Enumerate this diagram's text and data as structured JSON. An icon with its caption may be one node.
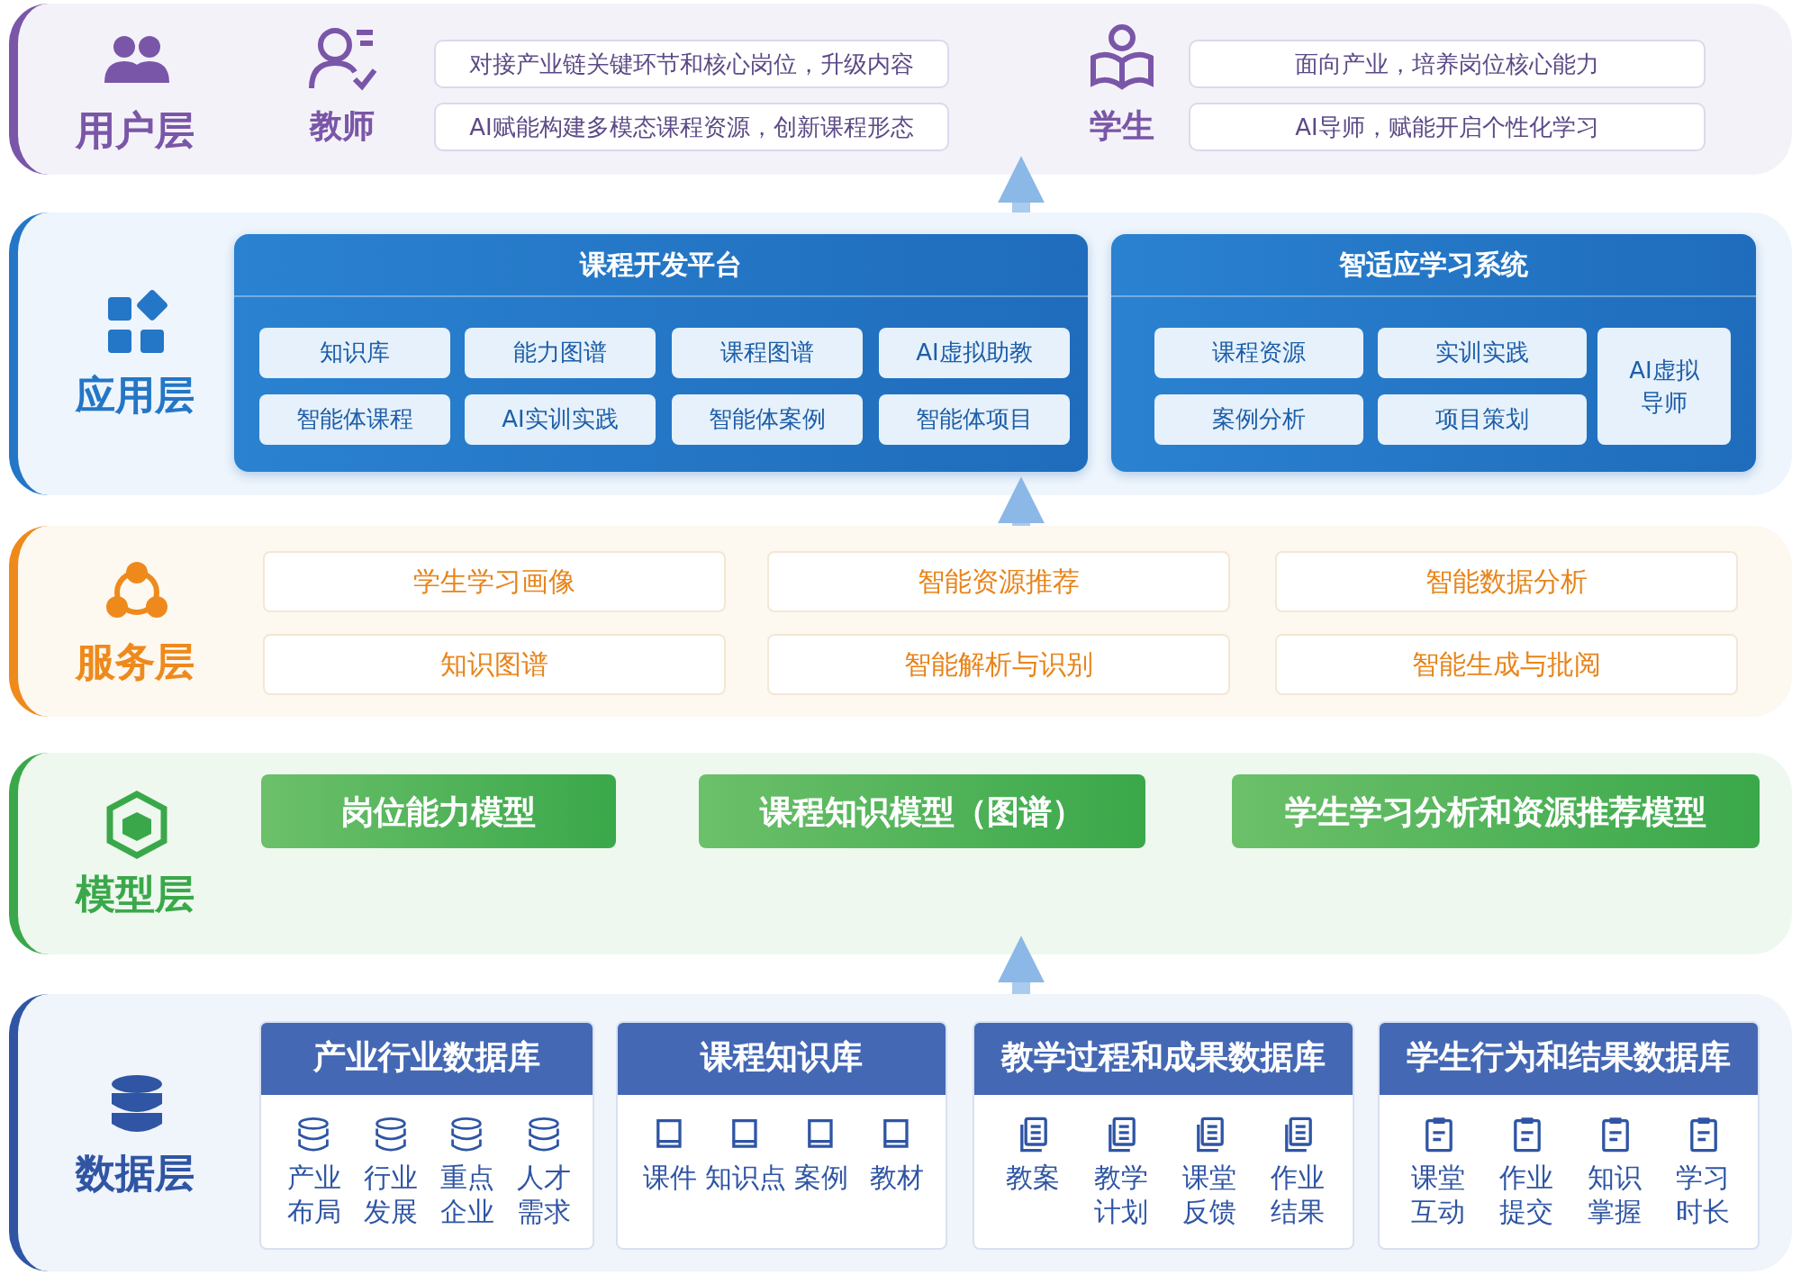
{
  "diagram": {
    "nodes": [
      {
        "text": [
          "用户层"
        ]
      },
      {
        "text": [
          "教师"
        ],
        "in": 0
      },
      {
        "text": [
          "对接产业链关键环节和核心岗位，升级内容"
        ],
        "in": 0
      },
      {
        "text": [
          "AI赋能构建多模态课程资源，创新课程形态"
        ],
        "in": 0
      },
      {
        "text": [
          "学生"
        ],
        "in": 0
      },
      {
        "text": [
          "面向产业，培养岗位核心能力"
        ],
        "in": 0
      },
      {
        "text": [
          "AI导师，赋能开启个性化学习"
        ],
        "in": 0
      },
      {
        "text": [
          "应用层"
        ]
      },
      {
        "text": [
          "课程开发平台"
        ],
        "in": 7
      },
      {
        "text": [
          "知识库"
        ],
        "in": 8
      },
      {
        "text": [
          "能力图谱"
        ],
        "in": 8
      },
      {
        "text": [
          "课程图谱"
        ],
        "in": 8
      },
      {
        "text": [
          "AI虚拟助教"
        ],
        "in": 8
      },
      {
        "text": [
          "智能体课程"
        ],
        "in": 8
      },
      {
        "text": [
          "AI实训实践"
        ],
        "in": 8
      },
      {
        "text": [
          "智能体案例"
        ],
        "in": 8
      },
      {
        "text": [
          "智能体项目"
        ],
        "in": 8
      },
      {
        "text": [
          "智适应学习系统"
        ],
        "in": 7
      },
      {
        "text": [
          "课程资源"
        ],
        "in": 17
      },
      {
        "text": [
          "实训实践"
        ],
        "in": 17
      },
      {
        "text": [
          "AI虚拟导师"
        ],
        "in": 17
      },
      {
        "text": [
          "案例分析"
        ],
        "in": 17
      },
      {
        "text": [
          "项目策划"
        ],
        "in": 17
      },
      {
        "text": [
          "服务层"
        ]
      },
      {
        "text": [
          "学生学习画像"
        ],
        "in": 23
      },
      {
        "text": [
          "智能资源推荐"
        ],
        "in": 23
      },
      {
        "text": [
          "智能数据分析"
        ],
        "in": 23
      },
      {
        "text": [
          "知识图谱"
        ],
        "in": 23
      },
      {
        "text": [
          "智能解析与识别"
        ],
        "in": 23
      },
      {
        "text": [
          "智能生成与批阅"
        ],
        "in": 23
      },
      {
        "text": [
          "模型层"
        ]
      },
      {
        "text": [
          "岗位能力模型"
        ],
        "in": 30
      },
      {
        "text": [
          "课程知识模型（图谱）"
        ],
        "in": 30
      },
      {
        "text": [
          "学生学习分析和资源推荐模型"
        ],
        "in": 30
      },
      {
        "text": [
          "数据层"
        ]
      },
      {
        "text": [
          "产业行业数据库"
        ],
        "in": 34
      },
      {
        "text": [
          "产业布局"
        ],
        "in": 35
      },
      {
        "text": [
          "行业发展"
        ],
        "in": 35
      },
      {
        "text": [
          "重点企业"
        ],
        "in": 35
      },
      {
        "text": [
          "人才需求"
        ],
        "in": 35
      },
      {
        "text": [
          "课程知识库"
        ],
        "in": 34
      },
      {
        "text": [
          "课件"
        ],
        "in": 40
      },
      {
        "text": [
          "知识点"
        ],
        "in": 40
      },
      {
        "text": [
          "案例"
        ],
        "in": 40
      },
      {
        "text": [
          "教材"
        ],
        "in": 40
      },
      {
        "text": [
          "教学过程和成果数据库"
        ],
        "in": 34
      },
      {
        "text": [
          "教案"
        ],
        "in": 45
      },
      {
        "text": [
          "教学计划"
        ],
        "in": 45
      },
      {
        "text": [
          "课堂反馈"
        ],
        "in": 45
      },
      {
        "text": [
          "作业结果"
        ],
        "in": 45
      },
      {
        "text": [
          "学生行为和结果数据库"
        ],
        "in": 34
      },
      {
        "text": [
          "课堂互动"
        ],
        "in": 50
      },
      {
        "text": [
          "作业提交"
        ],
        "in": 50
      },
      {
        "text": [
          "知识掌握"
        ],
        "in": 50
      },
      {
        "text": [
          "学习时长"
        ],
        "in": 50
      }
    ],
    "edges": [
      {
        "from": 7,
        "to": 0,
        "arrow": "to"
      },
      {
        "from": 23,
        "to": 7,
        "arrow": "to"
      },
      {
        "from": 34,
        "to": 30,
        "arrow": "to"
      }
    ]
  }
}
